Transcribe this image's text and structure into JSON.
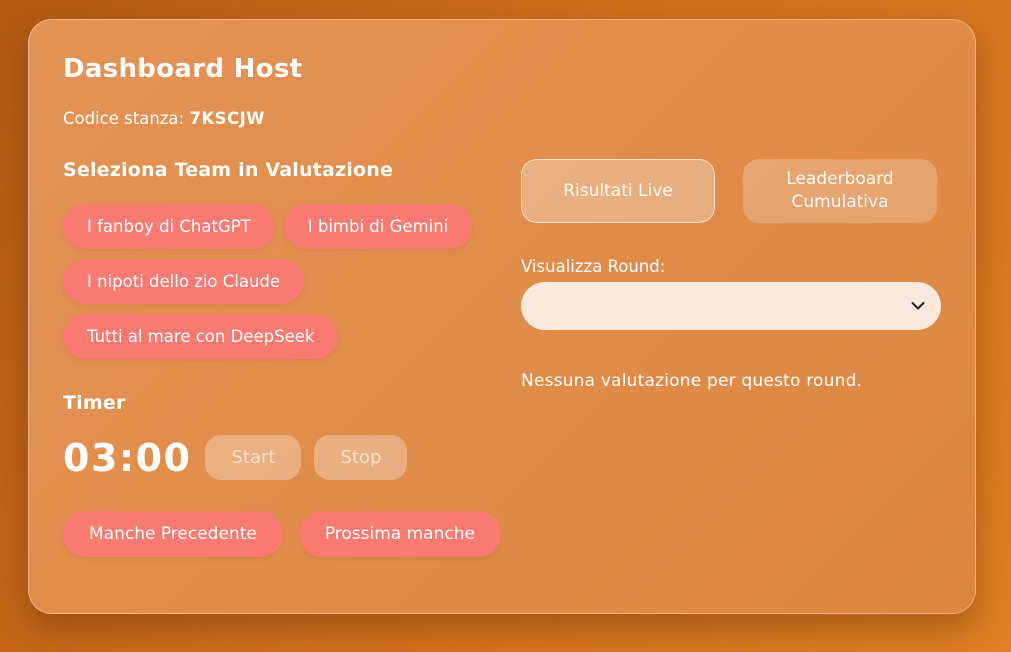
{
  "page": {
    "title": "Dashboard Host",
    "room_code_label": "Codice stanza: ",
    "room_code": "7KSCJW"
  },
  "team_section": {
    "heading": "Seleziona Team in Valutazione",
    "teams": [
      {
        "label": "I fanboy di ChatGPT"
      },
      {
        "label": "I bimbi di Gemini"
      },
      {
        "label": "I nipoti dello zio Claude"
      },
      {
        "label": "Tutti al mare con DeepSeek"
      }
    ]
  },
  "timer": {
    "heading": "Timer",
    "value": "03:00",
    "start_label": "Start",
    "stop_label": "Stop",
    "start_enabled": false,
    "stop_enabled": false
  },
  "round_nav": {
    "previous_label": "Manche Precedente",
    "next_label": "Prossima manche"
  },
  "results_panel": {
    "tabs": [
      {
        "label": "Risultati Live",
        "active": true
      },
      {
        "label": "Leaderboard Cumulativa",
        "active": false
      }
    ],
    "round_select_label": "Visualizza Round:",
    "round_select_value": "",
    "empty_message": "Nessuna valutazione per questo round."
  },
  "colors": {
    "accent_pink": "#f87a70",
    "card_orange": "#e08c49",
    "background_orange_dark": "#b45a12",
    "background_orange_light": "#de7f23",
    "select_background": "#f8e9dc"
  }
}
